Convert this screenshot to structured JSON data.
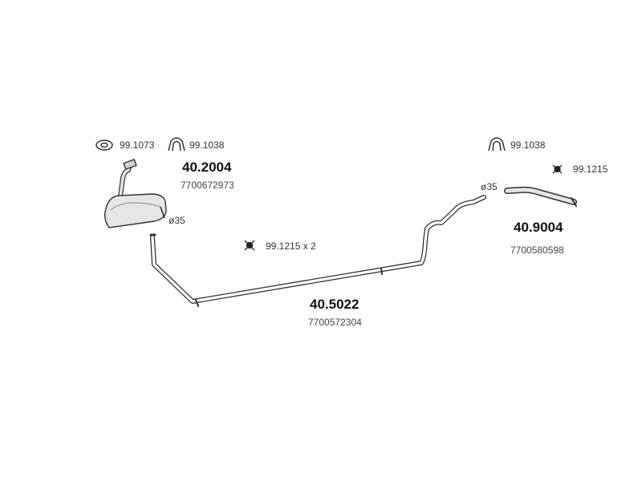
{
  "labels": {
    "clamp_front": "99.1073",
    "gasket_front": "99.1038",
    "gasket_rear": "99.1038",
    "hanger_rear": "99.1215",
    "hanger_mid": "99.1215 x 2",
    "diameter_front": "ø35",
    "diameter_rear": "ø35"
  },
  "parts": [
    {
      "number": "40.2004",
      "oem": "7700672973"
    },
    {
      "number": "40.5022",
      "oem": "7700572304"
    },
    {
      "number": "40.9004",
      "oem": "7700580598"
    }
  ],
  "colors": {
    "line": "#333333",
    "part_fill": "#e6e6e6"
  }
}
